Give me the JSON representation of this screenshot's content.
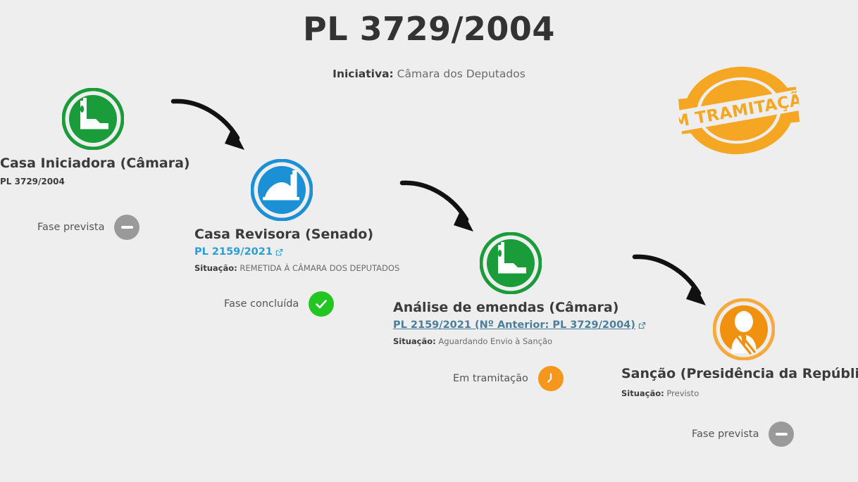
{
  "header": {
    "title": "PL 3729/2004",
    "initiative_label": "Iniciativa:",
    "initiative_value": "Câmara dos Deputados"
  },
  "stamp": {
    "text": "EM TRAMITAÇÃO",
    "color": "#f5a623"
  },
  "colors": {
    "background": "#eeeeee",
    "camara_green": "#1a9c3b",
    "senado_blue": "#1b90d5",
    "presidencia_orange": "#f0920f",
    "link_blue": "#2a9fd6",
    "link_visited": "#4a7e9b",
    "status_gray": "#9a9a9a",
    "status_green": "#22c522",
    "status_orange": "#f6971d"
  },
  "nodes": [
    {
      "id": "casa-iniciadora",
      "icon": "camara-building-icon",
      "title": "Casa Iniciadora (Câmara)",
      "sub": "PL 3729/2004",
      "link": null,
      "link_state": null,
      "situacao_label": null,
      "situacao_value": null,
      "phase_label": "Fase prevista",
      "phase_state": "prevista"
    },
    {
      "id": "casa-revisora",
      "icon": "senado-dome-icon",
      "title": "Casa Revisora (Senado)",
      "sub": null,
      "link": "PL 2159/2021",
      "link_state": "normal",
      "situacao_label": "Situação:",
      "situacao_value": "REMETIDA À CÂMARA DOS DEPUTADOS",
      "phase_label": "Fase concluída",
      "phase_state": "concluida"
    },
    {
      "id": "analise-emendas",
      "icon": "camara-building-icon",
      "title": "Análise de emendas (Câmara)",
      "sub": null,
      "link": "PL 2159/2021 (Nº Anterior: PL 3729/2004)",
      "link_state": "visited",
      "situacao_label": "Situação:",
      "situacao_value": "Aguardando Envio à Sanção",
      "phase_label": "Em tramitação",
      "phase_state": "tramitacao"
    },
    {
      "id": "sancao",
      "icon": "presidencia-person-icon",
      "title": "Sanção (Presidência da República)",
      "sub": null,
      "link": null,
      "link_state": null,
      "situacao_label": "Situação:",
      "situacao_value": "Previsto",
      "phase_label": "Fase prevista",
      "phase_state": "prevista"
    }
  ]
}
